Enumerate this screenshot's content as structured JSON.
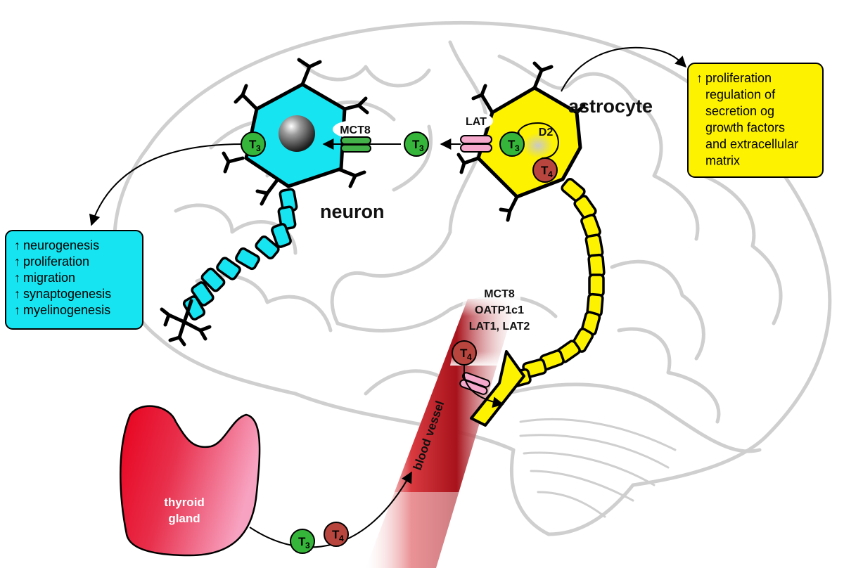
{
  "labels": {
    "neuron": "neuron",
    "astrocyte": "astrocyte",
    "thyroid": [
      "thyroid",
      "gland"
    ],
    "blood_vessel": "blood vessel",
    "mct8_neuron": "MCT8",
    "lat": "LAT",
    "d2": "D2",
    "transporters": [
      "MCT8",
      "OATP1c1",
      "LAT1, LAT2"
    ]
  },
  "hormones": {
    "t3": {
      "letter": "T",
      "sub": "3"
    },
    "t4": {
      "letter": "T",
      "sub": "4"
    }
  },
  "neuron_effects": {
    "marker": "↑",
    "items": [
      "neurogenesis",
      "proliferation",
      "migration",
      "synaptogenesis",
      "myelinogenesis"
    ]
  },
  "astrocyte_effects": {
    "marker": "↑",
    "lines": [
      "proliferation",
      "regulation of",
      "secretion og",
      "growth factors",
      "and extracellular",
      "matrix"
    ]
  },
  "colors": {
    "neuron": "#16e4f0",
    "astrocyte": "#fdf200",
    "t3": "#35b53a",
    "t4": "#b8463f",
    "vessel": "#b01820",
    "brain_outline": "#cfcfcf",
    "thyroid_dark": "#e8001c",
    "thyroid_light": "#f58aaa",
    "transporter_green": "#44b44a",
    "transporter_pink": "#f5a8cc"
  }
}
